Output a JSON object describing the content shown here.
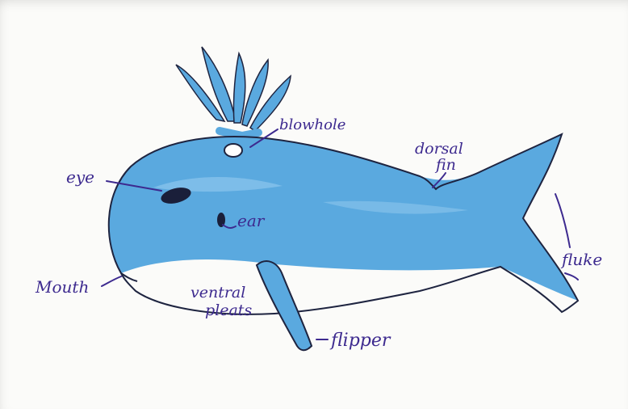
{
  "colors": {
    "paper": "#fbfbf9",
    "whale_blue": "#5aa9df",
    "whale_blue_light": "#8cc6ec",
    "outline": "#1e2440",
    "ink": "#3d2a8f",
    "eye": "#1a1f3a"
  },
  "labels": {
    "blowhole": "blowhole",
    "dorsal_line1": "dorsal",
    "dorsal_line2": "fin",
    "eye": "eye",
    "ear": "ear",
    "fluke": "fluke",
    "mouth": "Mouth",
    "ventral_line1": "ventral",
    "ventral_line2": "pleats",
    "flipper": "flipper"
  }
}
